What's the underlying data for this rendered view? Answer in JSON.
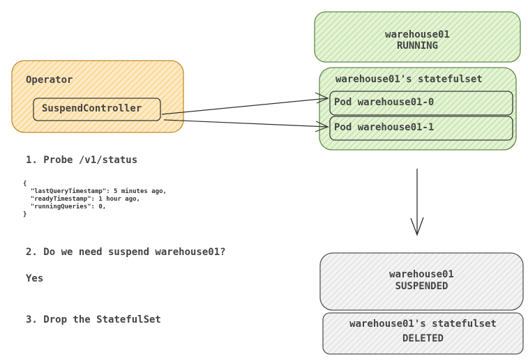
{
  "top_warehouse": {
    "name": "warehouse01",
    "status": "RUNNING"
  },
  "statefulset": {
    "title": "warehouse01's statefulset",
    "pods": [
      "Pod warehouse01-0",
      "Pod warehouse01-1"
    ]
  },
  "operator": {
    "title": "Operator",
    "controller": "SuspendController"
  },
  "steps": {
    "probe": "1. Probe /v1/status",
    "question": "2. Do we need suspend warehouse01?",
    "answer": "Yes",
    "drop": "3. Drop the StatefulSet"
  },
  "status_json": [
    "{",
    "  \"lastQueryTimestamp\": 5 minutes ago,",
    "  \"readyTimestamp\": 1 hour ago,",
    "  \"runningQueries\": 0,",
    "}"
  ],
  "bottom_warehouse": {
    "name": "warehouse01",
    "status": "SUSPENDED"
  },
  "deleted_statefulset": {
    "title": "warehouse01's statefulset",
    "status": "DELETED"
  },
  "colors": {
    "green_fill": "#d3edbd",
    "green_stroke": "#5f8a49",
    "orange_fill": "#fbdb9a",
    "orange_stroke": "#c28b2b",
    "gray_fill": "#e4e4e4",
    "gray_stroke": "#555555"
  }
}
